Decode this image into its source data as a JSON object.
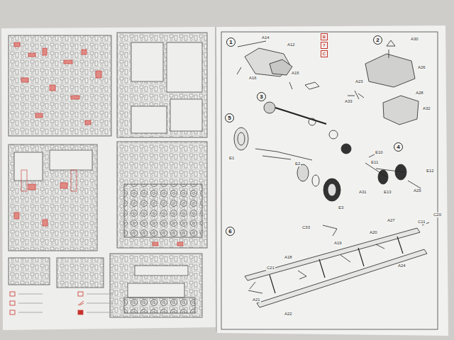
{
  "diagram": {
    "nodes": [
      {
        "text": [
          "1"
        ]
      },
      {
        "text": [
          "2"
        ]
      },
      {
        "text": [
          "B"
        ]
      },
      {
        "text": [
          "7"
        ]
      },
      {
        "text": [
          "C"
        ]
      },
      {
        "text": [
          "3"
        ]
      },
      {
        "text": [
          "5"
        ]
      },
      {
        "text": [
          "4"
        ]
      },
      {
        "text": [
          "6"
        ]
      }
    ],
    "labels": [
      "A14",
      "A16",
      "A12",
      "A15",
      "A30",
      "A26",
      "A23",
      "A28",
      "A32",
      "A33",
      "E10",
      "E11",
      "E12",
      "A29",
      "A31",
      "E13",
      "E1",
      "E2",
      "E3",
      "A27",
      "C33",
      "C11",
      "A18",
      "A19",
      "A20",
      "A21",
      "A22",
      "A24",
      "C20",
      "C21"
    ]
  }
}
